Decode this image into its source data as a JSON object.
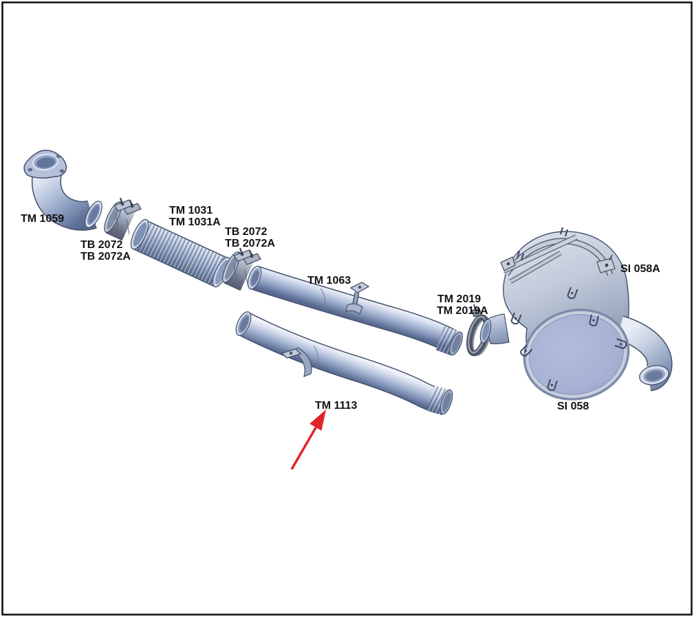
{
  "diagram": {
    "type": "exploded-parts-diagram",
    "subject": "exhaust-system",
    "background": "#ffffff",
    "border_color": "#141414",
    "label_text_color": "#121212",
    "labels": {
      "tm1059": "TM 1059",
      "tb2072_first_l1": "TB 2072",
      "tb2072_first_l2": "TB 2072A",
      "tm1031_l1": "TM 1031",
      "tm1031_l2": "TM 1031A",
      "tb2072_second_l1": "TB 2072",
      "tb2072_second_l2": "TB 2072A",
      "tm1063": "TM 1063",
      "tm2019_l1": "TM 2019",
      "tm2019_l2": "TM 2019A",
      "si058a": "SI 058A",
      "si058": "SI 058",
      "tm1113": "TM 1113"
    },
    "arrow": {
      "color": "#e02428",
      "points_to": "TM 1113"
    },
    "part_colors": {
      "pipe_light": "#f1f4fa",
      "pipe_mid": "#a9b8d4",
      "pipe_dark": "#57688e",
      "outline": "#44506c",
      "clamp_gray": "#8b94a6",
      "dark_clamp": "#4d5568",
      "muffler_face": "#a9b4d6",
      "strap_gray": "#c6cbd6"
    }
  }
}
